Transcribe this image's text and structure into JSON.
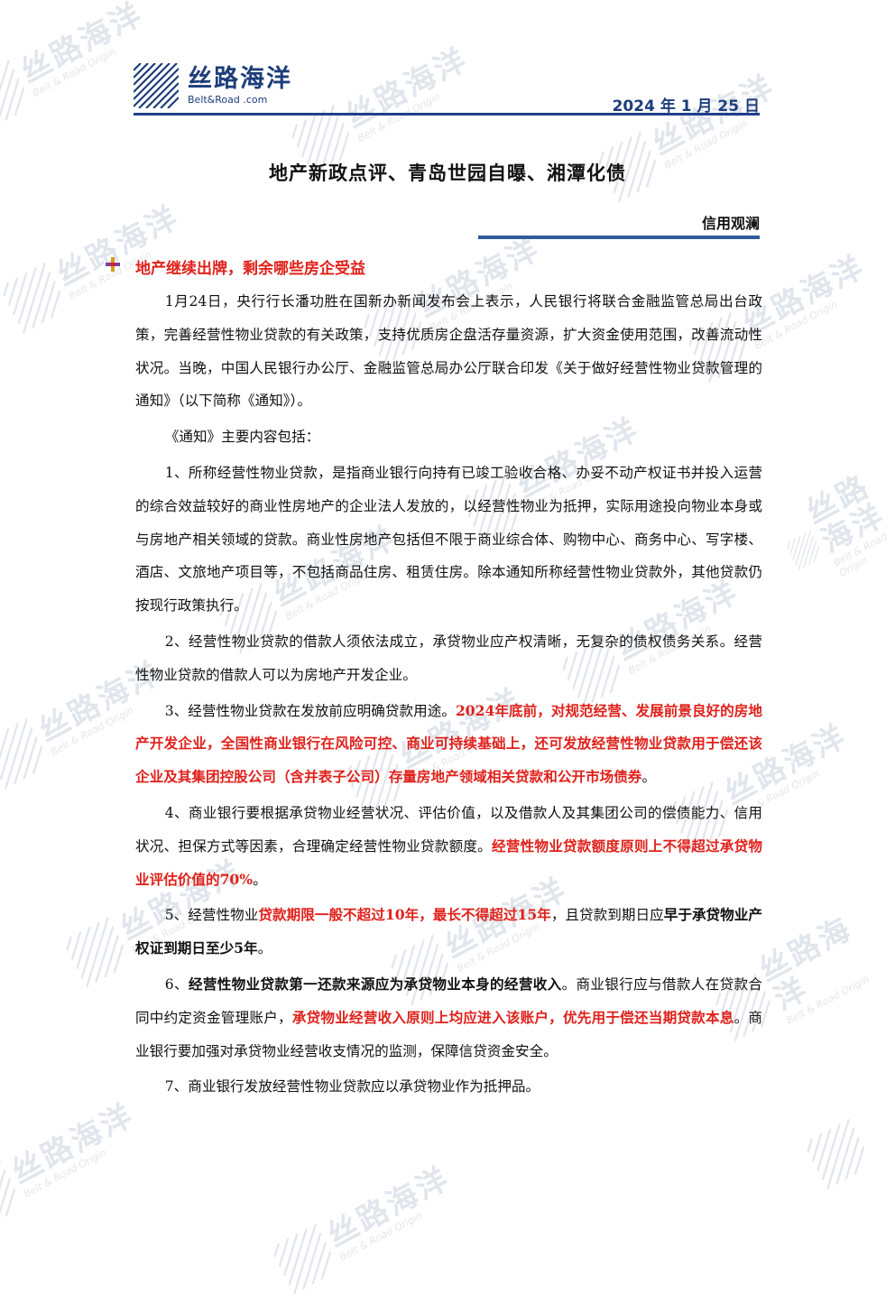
{
  "header": {
    "logo_cn": "丝路海洋",
    "logo_en": "Belt&Road .com",
    "date": "2024 年 1 月 25 日"
  },
  "title": "地产新政点评、青岛世园自曝、湘潭化债",
  "section_label": "信用观澜",
  "heading": "地产继续出牌，剩余哪些房企受益",
  "paragraphs": {
    "p1": "1月24日，央行行长潘功胜在国新办新闻发布会上表示，人民银行将联合金融监管总局出台政策，完善经营性物业贷款的有关政策，支持优质房企盘活存量资源，扩大资金使用范围，改善流动性状况。当晚，中国人民银行办公厅、金融监管总局办公厅联合印发《关于做好经营性物业贷款管理的通知》（以下简称《通知》）。",
    "p2": "《通知》主要内容包括：",
    "p3": "1、所称经营性物业贷款，是指商业银行向持有已竣工验收合格、办妥不动产权证书并投入运营的综合效益较好的商业性房地产的企业法人发放的，以经营性物业为抵押，实际用途投向物业本身或与房地产相关领域的贷款。商业性房地产包括但不限于商业综合体、购物中心、商务中心、写字楼、酒店、文旅地产项目等，不包括商品住房、租赁住房。除本通知所称经营性物业贷款外，其他贷款仍按现行政策执行。",
    "p4": "2、经营性物业贷款的借款人须依法成立，承贷物业应产权清晰，无复杂的债权债务关系。经营性物业贷款的借款人可以为房地产开发企业。",
    "p5a": "3、经营性物业贷款在发放前应明确贷款用途。",
    "p5b": "2024年底前，对规范经营、发展前景良好的房地产开发企业，全国性商业银行在风险可控、商业可持续基础上，还可发放经营性物业贷款用于偿还该企业及其集团控股公司（含并表子公司）存量房地产领域相关贷款和公开市场债券",
    "p5c": "。",
    "p6a": "4、商业银行要根据承贷物业经营状况、评估价值，以及借款人及其集团公司的偿债能力、信用状况、担保方式等因素，合理确定经营性物业贷款额度。",
    "p6b": "经营性物业贷款额度原则上不得超过承贷物业评估价值的70%",
    "p6c": "。",
    "p7a": "5、经营性物业",
    "p7b": "贷款期限一般不超过10年，最长不得超过15年",
    "p7c": "，且贷款到期日应",
    "p7d": "早于承贷物业产权证到期日至少5年",
    "p7e": "。",
    "p8a": "6、",
    "p8b": "经营性物业贷款第一还款来源应为承贷物业本身的经营收入",
    "p8c": "。商业银行应与借款人在贷款合同中约定资金管理账户，",
    "p8d": "承贷物业经营收入原则上均应进入该账户，优先用于偿还当期贷款本息",
    "p8e": "。商业银行要加强对承贷物业经营收支情况的监测，保障信贷资金安全。",
    "p9": "7、商业银行发放经营性物业贷款应以承贷物业作为抵押品。"
  },
  "watermark": {
    "cn": "丝路海洋",
    "en": "Belt & Road Origin"
  },
  "colors": {
    "brand_blue": "#1d3d7a",
    "rule_blue": "#2f5c9a",
    "highlight_red": "#e0211b"
  },
  "icons": [
    "logo-mark-icon",
    "bullet-plus-icon"
  ]
}
